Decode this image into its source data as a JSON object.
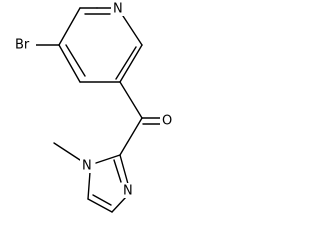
{
  "molecule": {
    "atoms": {
      "n_pyridine": "N",
      "br": "Br",
      "o": "O",
      "n_methyl": "N",
      "n_imidazole": "N"
    }
  },
  "colors": {
    "bond": "#000000",
    "label": "#000000",
    "background": "#ffffff"
  }
}
